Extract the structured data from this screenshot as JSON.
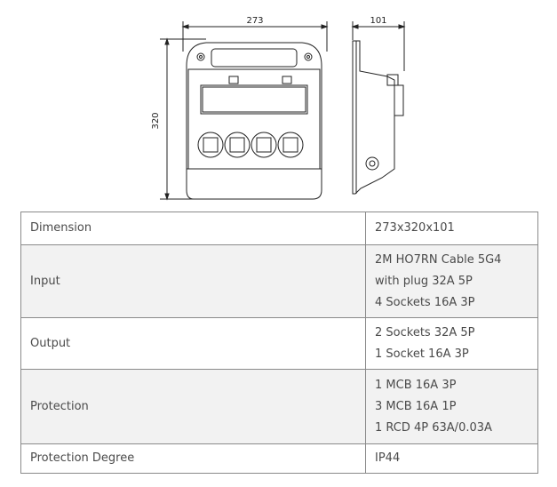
{
  "drawing": {
    "width_label": "273",
    "height_label": "320",
    "depth_label": "101"
  },
  "specs": [
    {
      "label": "Dimension",
      "values": [
        "273x320x101"
      ]
    },
    {
      "label": "Input",
      "values": [
        "2M HO7RN Cable 5G4",
        "with plug 32A 5P",
        "4 Sockets 16A 3P"
      ]
    },
    {
      "label": "Output",
      "values": [
        "2 Sockets 32A 5P",
        "1 Socket 16A 3P"
      ]
    },
    {
      "label": "Protection",
      "values": [
        "1 MCB 16A 3P",
        "3 MCB 16A 1P",
        "1 RCD 4P 63A/0.03A"
      ]
    },
    {
      "label": "Protection Degree",
      "values": [
        "IP44"
      ]
    }
  ]
}
